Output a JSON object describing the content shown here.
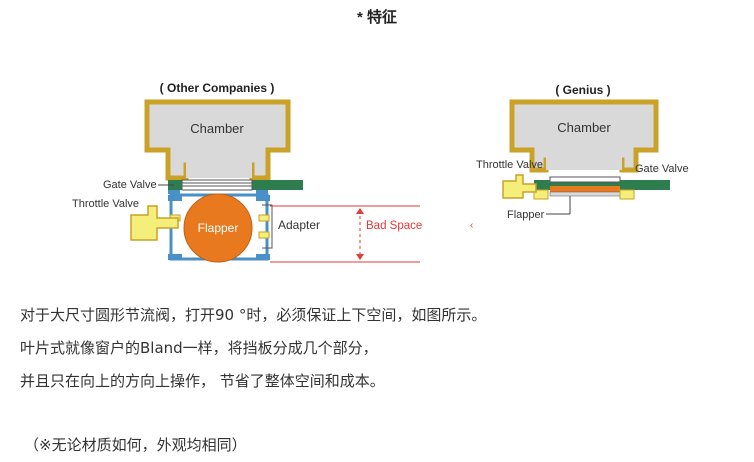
{
  "header": {
    "title": "* 特征"
  },
  "figure": {
    "left": {
      "heading": "( Other Companies )",
      "chamber": "Chamber",
      "gate_valve": "Gate Valve",
      "throttle_valve": "Throttle Valve",
      "flapper": "Flapper",
      "adapter": "Adapter",
      "bad_space": "Bad Space"
    },
    "right": {
      "heading": "( Genius )",
      "chamber": "Chamber",
      "throttle_valve": "Throttle Valve",
      "gate_valve": "Gate Valve",
      "flapper": "Flapper"
    },
    "colors": {
      "chamber_fill": "#d9d9d9",
      "chamber_border": "#c9a227",
      "gate_valve": "#2e7d4f",
      "flapper": "#e8791e",
      "throttle": "#f4ef7a",
      "bad_space": "#e53935",
      "adapter_line": "#4a90c8"
    }
  },
  "description": {
    "line1": "对于大尺寸圆形节流阀，打开90 °时，必须保证上下空间，如图所示。",
    "line2": "叶片式就像窗户的Bland一样，将挡板分成几个部分，",
    "line3": "并且只在向上的方向上操作， 节省了整体空间和成本。",
    "note": "（※无论材质如何，外观均相同）"
  }
}
